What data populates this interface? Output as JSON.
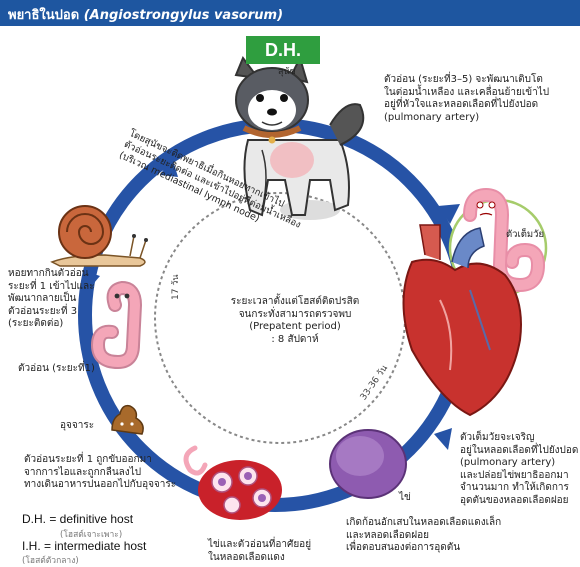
{
  "title": {
    "prefix": "พยาธิในปอด ",
    "latin": "(Angiostrongylus vasorum)"
  },
  "host_badge": "D.H.",
  "host_name": "สุนัข",
  "steps": {
    "larva_stage35": [
      "ตัวอ่อน (ระยะที่3–5) จะพัฒนาเติบโต",
      "ในต่อมน้ำเหลือง และเคลื่อนย้ายเข้าไป",
      "อยู่ที่หัวใจและหลอดเลือดที่ไปยังปอด",
      "(pulmonary artery)"
    ],
    "young_adult": "ตัวเต็มวัย",
    "adult_desc": [
      "ตัวเต็มวัยจะเจริญ",
      "อยู่ในหลอดเลือดที่ไปยังปอด",
      "(pulmonary artery)",
      "และปล่อยไข่พยาธิออกมา",
      "จำนวนมาก ทำให้เกิดการ",
      "อุดตันของหลอดเลือดฝอย"
    ],
    "egg": "ไข่",
    "egg_desc": [
      "เกิดก้อนอักเสบในหลอดเลือดแดงเล็ก",
      "และหลอดเลือดฝอย",
      "เพื่อตอบสนองต่อการอุดตัน"
    ],
    "lung_label": [
      "ไข่และตัวอ่อนที่อาศัยอยู่",
      "ในหลอดเลือดแดง"
    ],
    "larva1_out": [
      "ตัวอ่อนระยะที่ 1 ถูกขับออกมา",
      "จากการไอและถูกกลืนลงไป",
      "ทางเดินอาหารปนออกไปกับอุจจาระ"
    ],
    "feces": "อุจจาระ",
    "larva1": "ตัวอ่อน (ระยะที่1)",
    "snail_desc": [
      "หอยทากกินตัวอ่อน",
      "ระยะที่ 1 เข้าไปและ",
      "พัฒนากลายเป็น",
      "ตัวอ่อนระยะที่ 3",
      "(ระยะติดต่อ)"
    ],
    "dog_eats": [
      "โดยสุนัขจะติดพยาธิเมื่อกินหอยทากเข้าไป",
      "ตัวอ่อนระยะติดต่อ และเข้าไปอยู่ที่ต่อมน้ำเหลือง",
      "(บริเวณ mediastinal lymph node)"
    ]
  },
  "center": {
    "lines": [
      "ระยะเวลาตั้งแต่โฮสต์ติดปรสิต",
      "จนกระทั่งสามารถตรวจพบ",
      "(Prepatent period)",
      ": 8 สัปดาห์"
    ]
  },
  "durations": {
    "left": "17 วัน",
    "right": "33-36 วัน"
  },
  "legend": [
    {
      "abbr": "D.H. = definitive host",
      "thai": "(โฮสต์เจาะเพาะ)"
    },
    {
      "abbr": "I.H. = intermediate host",
      "thai": "(โฮสต์ตัวกลาง)"
    }
  ],
  "colors": {
    "title_bg": "#1e56a0",
    "badge": "#2f9e3f",
    "cycle": "#2653a6",
    "worm": "#f4a6b8",
    "heart": "#c8322e",
    "egg": "#8e5bb0"
  }
}
